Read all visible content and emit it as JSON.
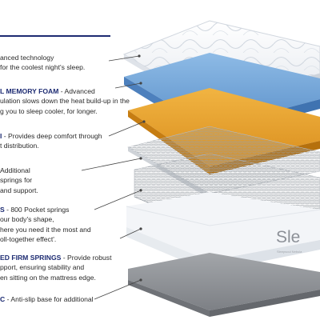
{
  "layers": [
    {
      "id": "gel",
      "heading": "",
      "lines": [
        "anced technology",
        "for the coolest night's sleep."
      ]
    },
    {
      "id": "cool-foam",
      "heading": "L MEMORY FOAM",
      "lines": [
        "- Advanced",
        "ulation slows down the heat build-up in the",
        "g you to sleep cooler, for longer."
      ]
    },
    {
      "id": "foam",
      "heading": "I",
      "lines": [
        "- Provides deep comfort through",
        "t distribution."
      ]
    },
    {
      "id": "mini-springs",
      "heading": "",
      "lines": [
        "Additional",
        "springs for",
        "and support."
      ]
    },
    {
      "id": "pocket-springs",
      "heading": "S",
      "lines": [
        "- 800 Pocket springs",
        "our body's shape,",
        "here you need it the most and",
        "oll-together effect'."
      ]
    },
    {
      "id": "edge-springs",
      "heading": "ED FIRM SPRINGS",
      "lines": [
        "- Provide robust",
        "pport, ensuring stability and",
        "en sitting on the mattress edge."
      ]
    },
    {
      "id": "base",
      "heading": "C",
      "lines": [
        "- Anti-slip base for additional"
      ]
    }
  ],
  "brand": {
    "logo_text": "Sle",
    "logo_subtext": "Sleepsoul Nebula"
  },
  "colors": {
    "accent": "#1d2b72",
    "cool_foam": "#6a9fd4",
    "comfort_foam": "#e7a02c",
    "base_fabric": "#8c8f93",
    "ticking": "#f3f5f8"
  }
}
